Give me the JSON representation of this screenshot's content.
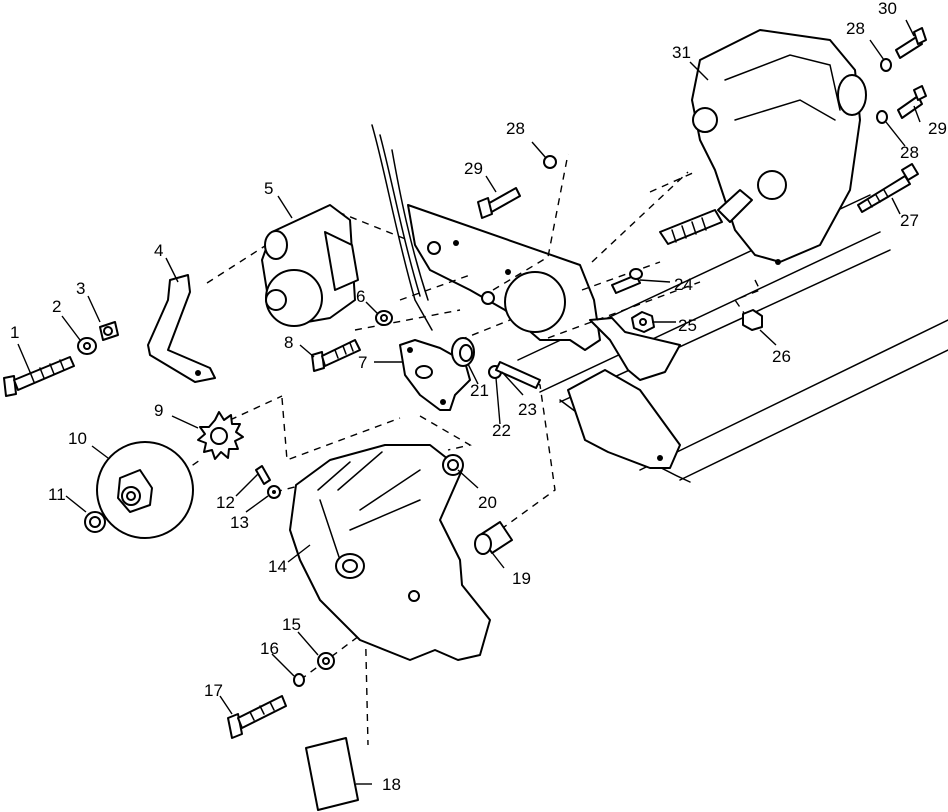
{
  "diagram": {
    "callouts": [
      "1",
      "2",
      "3",
      "4",
      "5",
      "6",
      "7",
      "8",
      "9",
      "10",
      "11",
      "12",
      "13",
      "14",
      "15",
      "16",
      "17",
      "18",
      "19",
      "20",
      "21",
      "22",
      "23",
      "24",
      "25",
      "26",
      "27",
      "28",
      "28",
      "28",
      "29",
      "29",
      "30",
      "31"
    ]
  }
}
